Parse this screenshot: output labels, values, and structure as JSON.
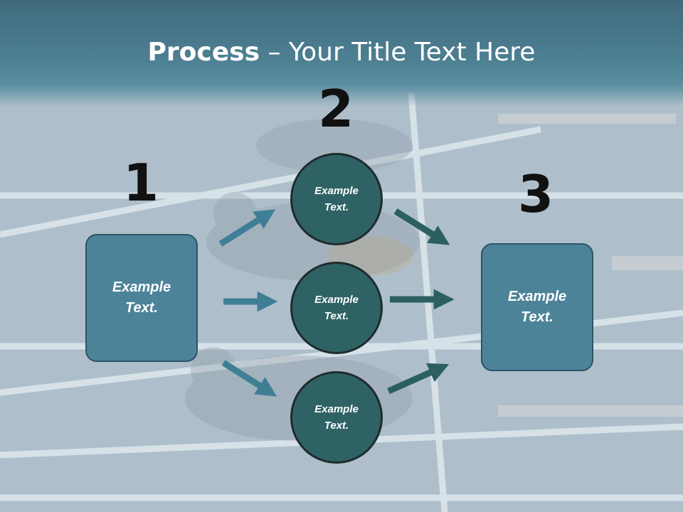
{
  "slide": {
    "title_bold": "Process",
    "title_rest": " – Your Title Text Here"
  },
  "steps": [
    {
      "number": "1",
      "box_line1": "Example",
      "box_line2": "Text."
    },
    {
      "number": "2",
      "circles": [
        {
          "line1": "Example",
          "line2": "Text."
        },
        {
          "line1": "Example",
          "line2": "Text."
        },
        {
          "line1": "Example",
          "line2": "Text."
        }
      ]
    },
    {
      "number": "3",
      "box_line1": "Example",
      "box_line2": "Text."
    }
  ],
  "colors": {
    "header": "#4d7f92",
    "box_fill": "#4d8399",
    "circle_fill": "#2f6265",
    "arrow_left": "#3f7f96",
    "arrow_right": "#2b5f60"
  },
  "icons": {
    "arrow": "arrow-icon"
  }
}
